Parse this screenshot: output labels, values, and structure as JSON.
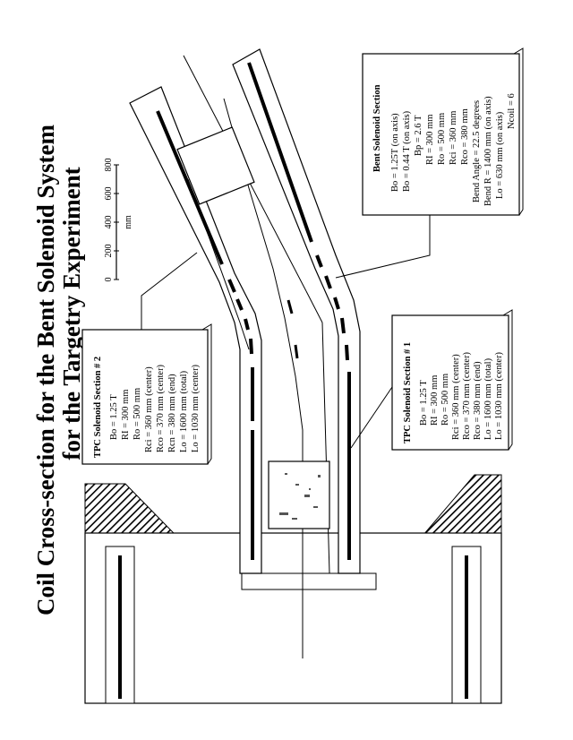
{
  "title": {
    "line1": "Coil Cross-section for the Bent Solenoid System",
    "line2": "for the Targetry Experiment"
  },
  "scale_bar": {
    "ticks": [
      "0",
      "200",
      "400",
      "600",
      "800"
    ],
    "unit": "mm"
  },
  "boxes": {
    "tpc2": {
      "title": "TPC Solenoid Section # 2",
      "lines": [
        "Bo = 1.25 T",
        "RI = 300 mm",
        "Ro = 500 mm",
        "Rci = 360 mm (center)",
        "Rco = 370 mm (center)",
        "Rcn = 380 mm (end)",
        "Lo = 1600 mm (total)",
        "Lo = 1030 mm (center)"
      ]
    },
    "tpc1": {
      "title": "TPC Solenoid Section # 1",
      "lines": [
        "Bo = 1.25 T",
        "RI = 300 mm",
        "Ro = 500 mm",
        "Rci = 360 mm (center)",
        "Rco = 370 mm (center)",
        "Rco = 380 mm (end)",
        "Lo = 1600 mm (total)",
        "Lo = 1030 mm (center)"
      ]
    },
    "bent": {
      "title": "Bent Solenoid Section",
      "lines": [
        "Bo = 1.25T (on axis)",
        "Bo = 0.44 T (on axis)",
        "Bp = 2.6 T",
        "RI = 300 mm",
        "Ro = 500 mm",
        "Rci = 360 mm",
        "Rco = 380 mm",
        "Bend Angle = 22.5 degrees",
        "Bend R = 1400 mm (on axis)",
        "Lo = 630 mm (on axis)",
        "Ncoil = 6"
      ]
    }
  }
}
